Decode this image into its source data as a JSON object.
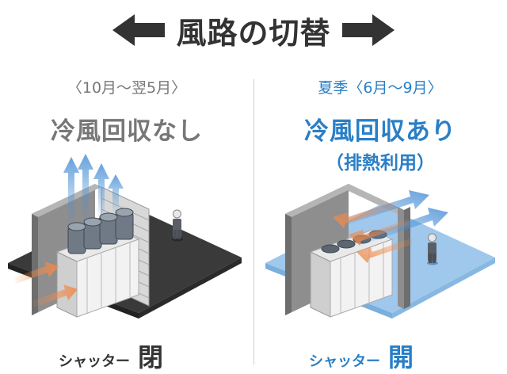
{
  "title": "風路の切替",
  "colors": {
    "dark_text": "#333333",
    "grey_text": "#777777",
    "blue_text": "#2a7fc6",
    "arrow_blue": "#4a90d6",
    "arrow_orange": "#f08a4b",
    "floor_dark": "#3c3c3c",
    "floor_blue": "#9fc8ec"
  },
  "left": {
    "period": "〈10月～翌5月〉",
    "heading": "冷風回収なし",
    "shutter_label": "シャッター",
    "shutter_state": "閉"
  },
  "right": {
    "period": "夏季〈6月～9月〉",
    "heading": "冷風回収あり",
    "subheading": "（排熱利用）",
    "shutter_label": "シャッター",
    "shutter_state": "開"
  }
}
